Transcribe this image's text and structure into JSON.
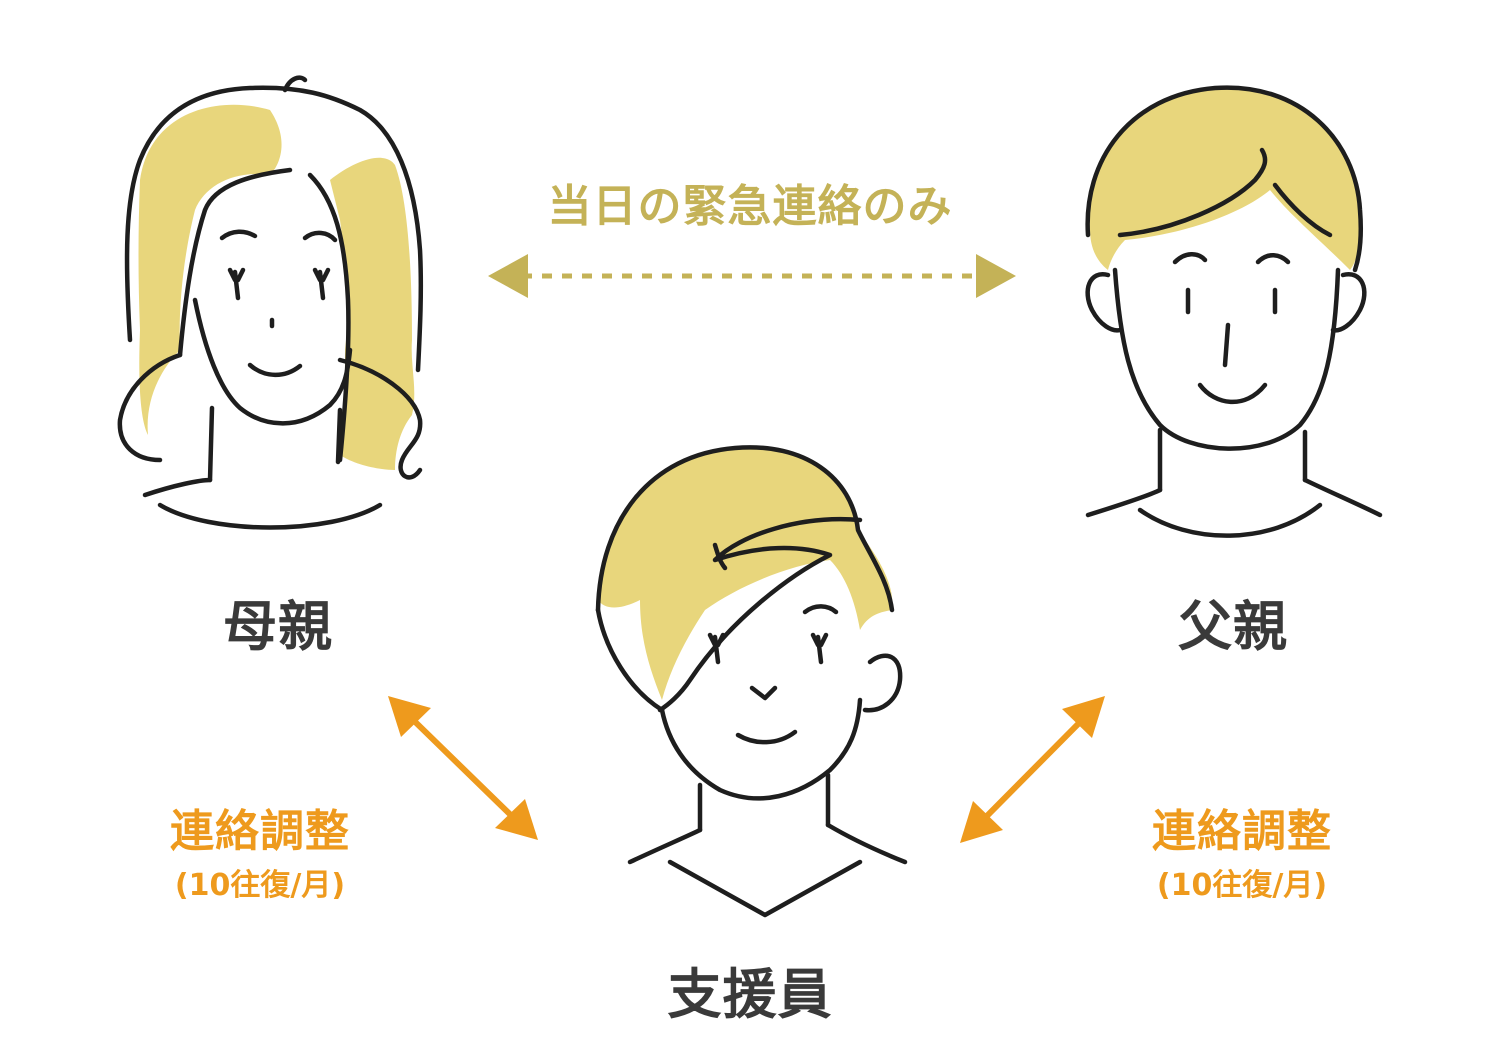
{
  "colors": {
    "hair": "#e8d67c",
    "line": "#1e1e1e",
    "label_dark": "#3a3a3a",
    "contact_gold": "#c4b257",
    "coordination_orange": "#ee9a1d"
  },
  "people": {
    "mother": {
      "label": "母親"
    },
    "father": {
      "label": "父親"
    },
    "supporter": {
      "label": "支援員"
    }
  },
  "links": {
    "parents": {
      "label": "当日の緊急連絡のみ",
      "style": "dashed"
    },
    "mother_supporter": {
      "label": "連絡調整",
      "frequency": "(10往復/月)"
    },
    "father_supporter": {
      "label": "連絡調整",
      "frequency": "(10往復/月)"
    }
  }
}
